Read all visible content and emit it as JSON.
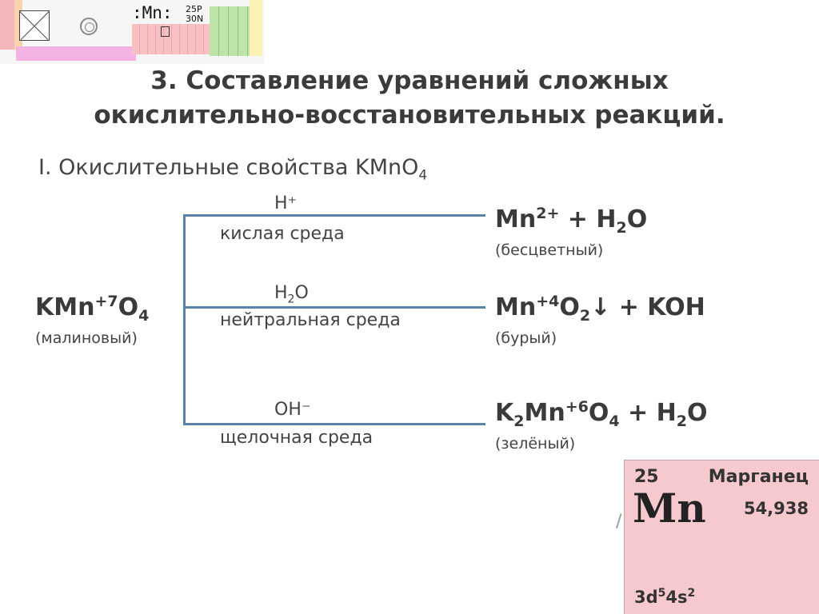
{
  "header_strip": {
    "element_symbol": ":Mn:",
    "nucleus_protons": "25P",
    "nucleus_neutrons": "30N"
  },
  "title": {
    "line1": "3. Составление уравнений сложных",
    "line2": "окислительно-восстановительных реакций."
  },
  "subtitle": {
    "text": "I. Окислительные свойства KMnO",
    "sub": "4"
  },
  "reactant": {
    "formula_a": "KMn",
    "ox": "+7",
    "formula_b": "O",
    "index": "4",
    "color_note": "(малиновый)"
  },
  "branches": [
    {
      "reagent": "H⁺",
      "medium": "кислая среда",
      "product": {
        "p1": "Mn",
        "sup1": "2+",
        "p2": " + H",
        "sub2": "2",
        "p3": "O"
      },
      "color_note": "(бесцветный)"
    },
    {
      "reagent_a": "H",
      "reagent_sub": "2",
      "reagent_b": "O",
      "medium": "нейтральная среда",
      "product": {
        "p1": "Mn",
        "sup1": "+4",
        "p2": "O",
        "sub2": "2",
        "p3": "↓ + KOH"
      },
      "color_note": "(бурый)"
    },
    {
      "reagent": "OH⁻",
      "medium": "щелочная среда",
      "product": {
        "p0": "K",
        "sub0": "2",
        "p1": "Mn",
        "sup1": "+6",
        "p2": "O",
        "sub2": "4",
        "p3": " + H",
        "sub3": "2",
        "p4": "O"
      },
      "color_note": "(зелёный)"
    }
  ],
  "element_card": {
    "number": "25",
    "name": "Марганец",
    "symbol": "Mn",
    "mass": "54,938",
    "config_a": "3d",
    "config_sup1": "5",
    "config_b": "4s",
    "config_sup2": "2"
  },
  "colors": {
    "line": "#5a83a8",
    "card": "#f6c9ce"
  }
}
